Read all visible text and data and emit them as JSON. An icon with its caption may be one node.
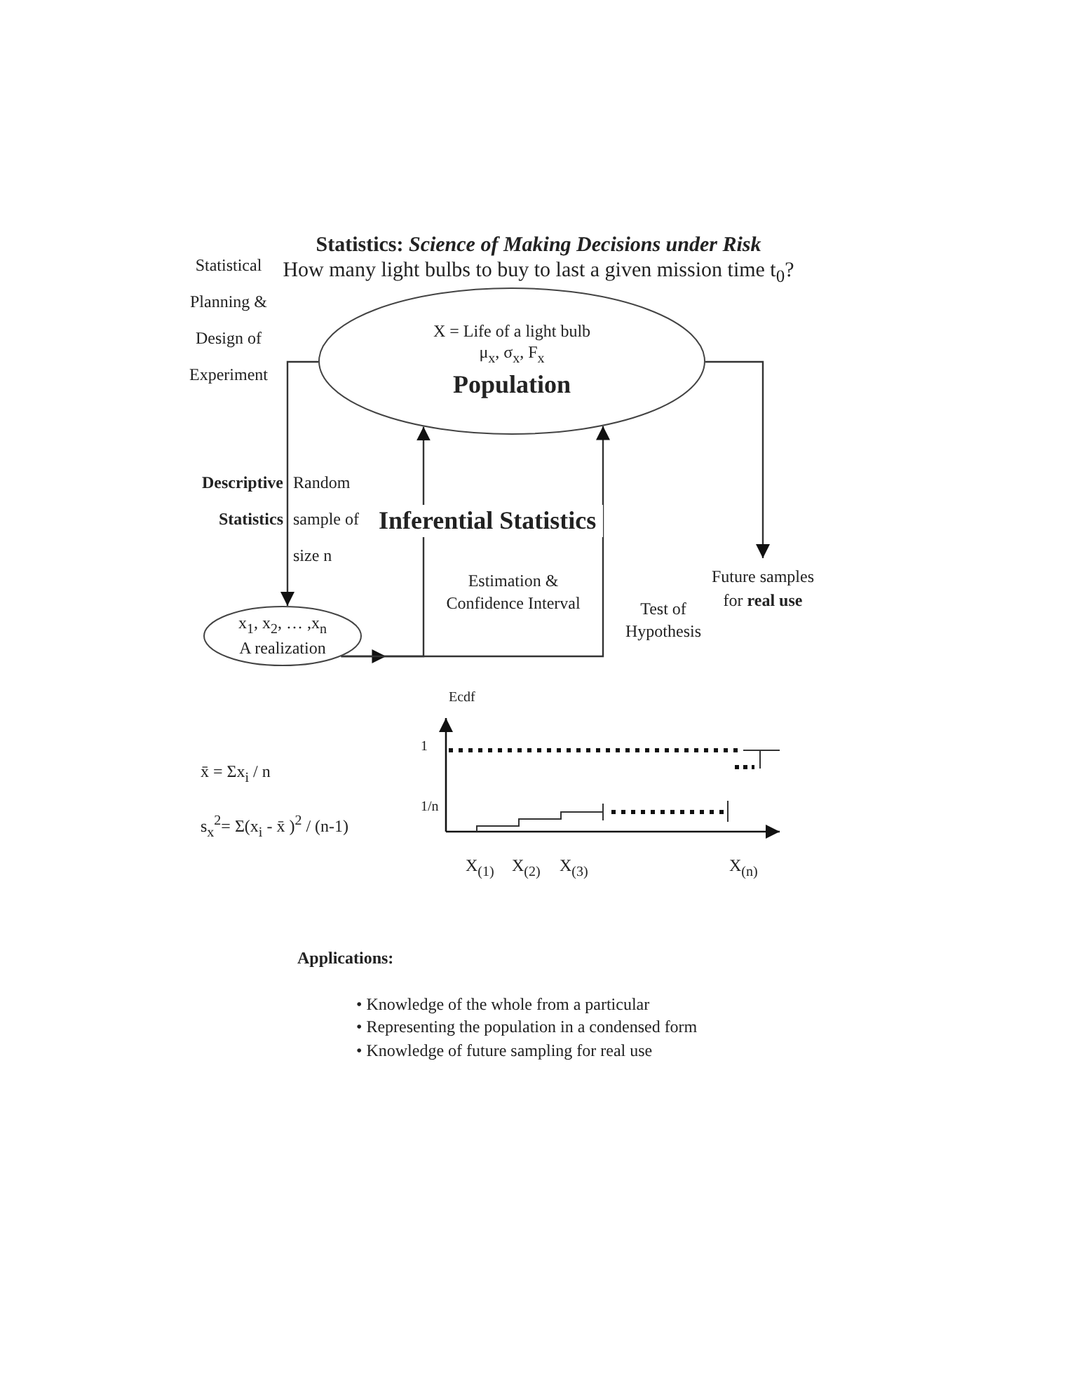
{
  "diagram": {
    "title": "Statistics: *Science of Making Decisions under Risk*",
    "nodes": [
      {
        "text": [
          "X = Life of a light bulb",
          "μ$_{x}$, σ$_{x}$, F$_{x}$",
          "Population"
        ]
      },
      {
        "text": [
          "x$_{1}$, x$_{2}$, …  ,x$_{n}$",
          "A realization"
        ]
      },
      {
        "text": [
          "Future samples for **real use**"
        ]
      }
    ],
    "edges": [
      {
        "from": 0,
        "to": 1,
        "arrow": "to",
        "label": "Random sample of size n"
      },
      {
        "from": 1,
        "to": 0,
        "arrow": "to",
        "label": "Estimation & Confidence Interval"
      },
      {
        "from": 1,
        "to": 0,
        "arrow": "to",
        "label": "Test of Hypothesis"
      },
      {
        "from": 0,
        "to": 2,
        "arrow": "to"
      }
    ],
    "labels": [
      "How many light bulbs to buy to last a given mission time t$_{0}$?",
      "Statistical Planning & Design of Experiment",
      "Descriptive Statistics",
      "Inferential Statistics",
      "Ecdf",
      "1",
      "x̄ = Σx$_{i}$ / n",
      "s$_{x}$$^{2}$= Σ(x$_{i}$ - x̄ )$^{2}$ / (n-1)",
      "1/n",
      "X$_{(1)}$",
      "X$_{(2)}$",
      "X$_{(3)}$",
      "X$_{(n)}$",
      "Applications:",
      "• Knowledge of the whole from a particular",
      "• Representing the population in a condensed form",
      "• Knowledge of future sampling for real use"
    ]
  }
}
